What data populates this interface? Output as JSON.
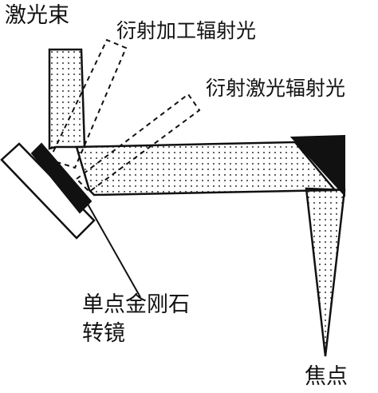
{
  "labels": {
    "laser_beam": "激光束",
    "diffracted_processing_radiation": "衍射加工辐射光",
    "diffracted_laser_radiation": "衍射激光辐射光",
    "mirror_line1": "单点金刚石",
    "mirror_line2": "转镜",
    "focus": "焦点"
  },
  "colors": {
    "ink": "#111111",
    "beam_fill_dot": "#222222",
    "background": "#ffffff"
  }
}
